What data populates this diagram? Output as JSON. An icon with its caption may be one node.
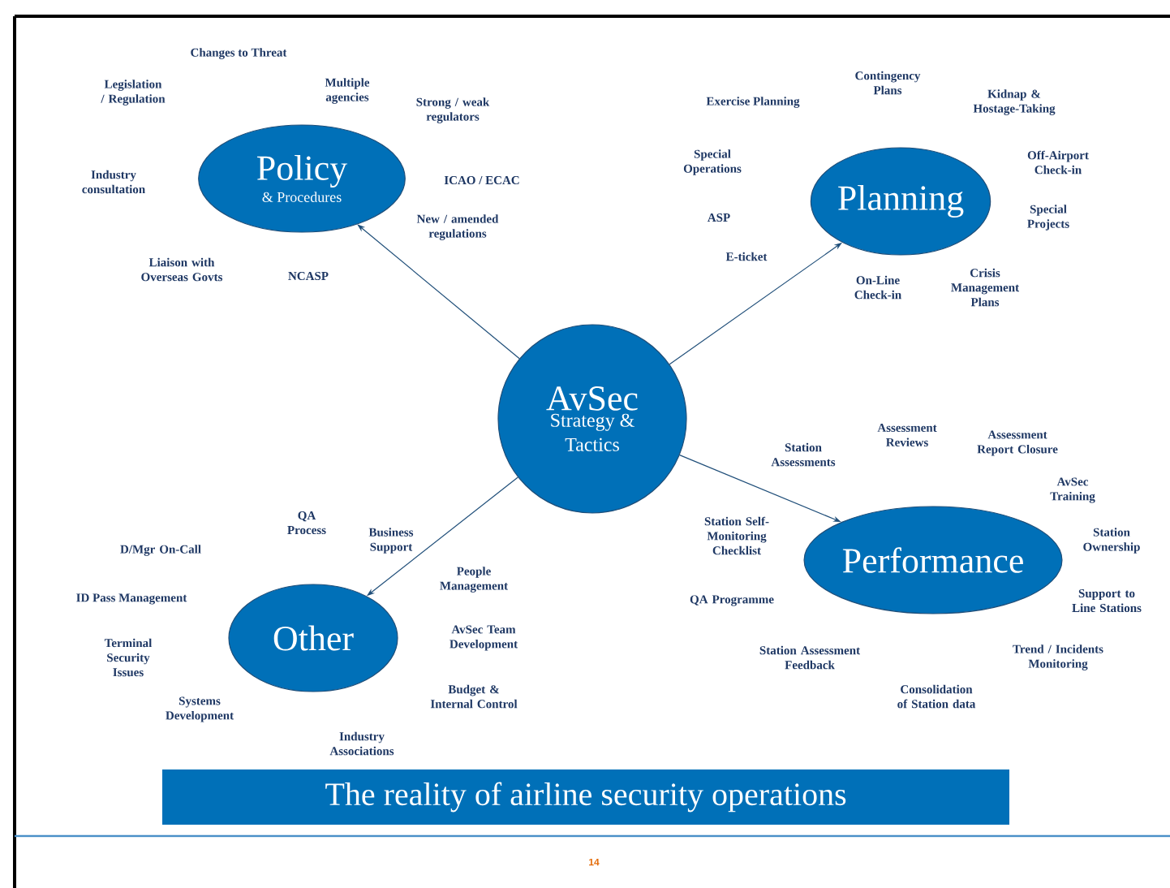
{
  "diagram": {
    "caption": "The reality of airline security operations",
    "nodes": [
      {
        "text": [
          "AvSec",
          "Strategy & Tactics"
        ]
      },
      {
        "text": [
          "Policy",
          "& Procedures"
        ]
      },
      {
        "text": [
          "Planning"
        ]
      },
      {
        "text": [
          "Performance"
        ]
      },
      {
        "text": [
          "Other"
        ]
      }
    ],
    "edges": [
      {
        "from": 0,
        "to": 1,
        "arrow": "to"
      },
      {
        "from": 0,
        "to": 2,
        "arrow": "to"
      },
      {
        "from": 0,
        "to": 3,
        "arrow": "to"
      },
      {
        "from": 0,
        "to": 4,
        "arrow": "to"
      }
    ],
    "labels": [
      "Changes to Threat",
      "Legislation / Regulation",
      "Multiple agencies",
      "Strong / weak regulators",
      "Industry consultation",
      "ICAO / ECAC",
      "New / amended regulations",
      "Liaison with Overseas Govts",
      "NCASP",
      "Exercise Planning",
      "Contingency Plans",
      "Kidnap & Hostage-Taking",
      "Special Operations",
      "Off-Airport Check-in",
      "ASP",
      "Special Projects",
      "E-ticket",
      "On-Line Check-in",
      "Crisis Management Plans",
      "Station Assessments",
      "Assessment Reviews",
      "Assessment Report Closure",
      "AvSec Training",
      "Station Ownership",
      "Station Self-Monitoring Checklist",
      "Support to Line Stations",
      "QA Programme",
      "Station Assessment Feedback",
      "Trend / Incidents Monitoring",
      "Consolidation of Station data",
      "QA Process",
      "Business Support",
      "D/Mgr On-Call",
      "People Management",
      "ID Pass Management",
      "AvSec Team Development",
      "Terminal Security Issues",
      "Budget & Internal Control",
      "Systems Development",
      "Industry Associations",
      "14"
    ]
  }
}
